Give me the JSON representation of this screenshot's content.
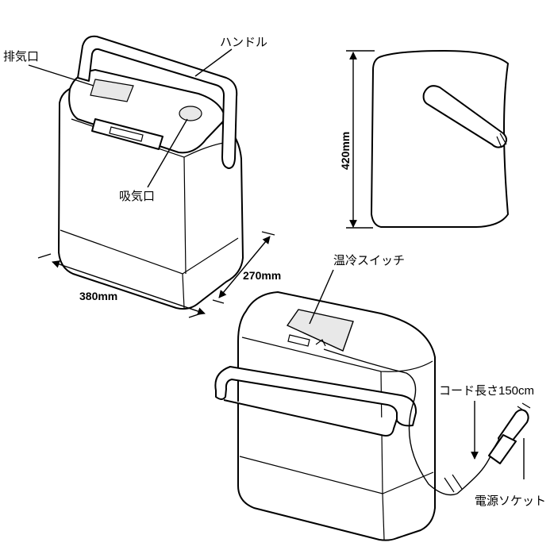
{
  "labels": {
    "exhaust": "排気口",
    "handle": "ハンドル",
    "intake": "吸気口",
    "width": "380mm",
    "depth": "270mm",
    "height": "420mm",
    "switch": "温冷スイッチ",
    "cord": "コード長さ150cm",
    "socket": "電源ソケット"
  },
  "colors": {
    "ink": "#000000",
    "paper": "#ffffff",
    "panel": "#e8e8e8"
  }
}
